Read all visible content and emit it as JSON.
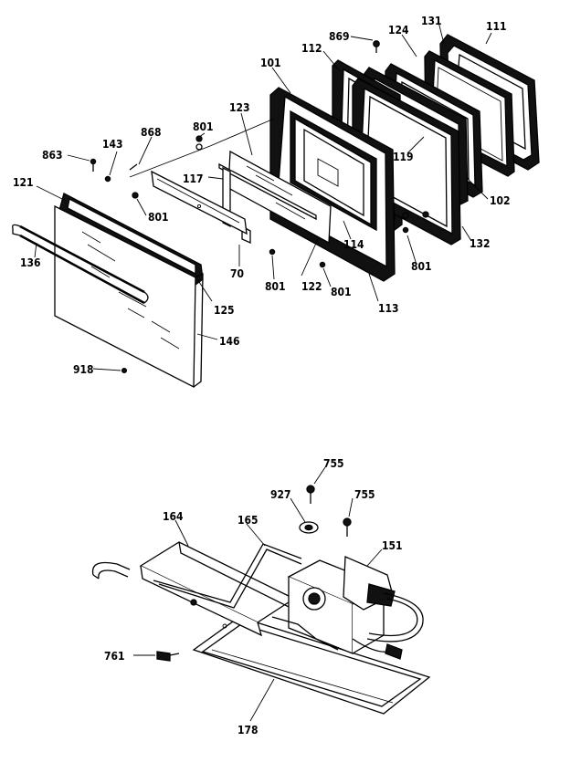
{
  "callouts": [
    {
      "id": "c-111",
      "text": "111"
    },
    {
      "id": "c-131",
      "text": "131"
    },
    {
      "id": "c-124",
      "text": "124"
    },
    {
      "id": "c-869",
      "text": "869"
    },
    {
      "id": "c-112",
      "text": "112"
    },
    {
      "id": "c-101",
      "text": "101"
    },
    {
      "id": "c-123",
      "text": "123"
    },
    {
      "id": "c-801a",
      "text": "801"
    },
    {
      "id": "c-117",
      "text": "117"
    },
    {
      "id": "c-868",
      "text": "868"
    },
    {
      "id": "c-143",
      "text": "143"
    },
    {
      "id": "c-863",
      "text": "863"
    },
    {
      "id": "c-121",
      "text": "121"
    },
    {
      "id": "c-801b",
      "text": "801"
    },
    {
      "id": "c-119",
      "text": "119"
    },
    {
      "id": "c-102",
      "text": "102"
    },
    {
      "id": "c-114",
      "text": "114"
    },
    {
      "id": "c-132",
      "text": "132"
    },
    {
      "id": "c-801c",
      "text": "801"
    },
    {
      "id": "c-136",
      "text": "136"
    },
    {
      "id": "c-70",
      "text": "70"
    },
    {
      "id": "c-801d",
      "text": "801"
    },
    {
      "id": "c-122",
      "text": "122"
    },
    {
      "id": "c-801e",
      "text": "801"
    },
    {
      "id": "c-125",
      "text": "125"
    },
    {
      "id": "c-113",
      "text": "113"
    },
    {
      "id": "c-146",
      "text": "146"
    },
    {
      "id": "c-918",
      "text": "918"
    },
    {
      "id": "c-755a",
      "text": "755"
    },
    {
      "id": "c-927",
      "text": "927"
    },
    {
      "id": "c-755b",
      "text": "755"
    },
    {
      "id": "c-164",
      "text": "164"
    },
    {
      "id": "c-165",
      "text": "165"
    },
    {
      "id": "c-151",
      "text": "151"
    },
    {
      "id": "c-761",
      "text": "761"
    },
    {
      "id": "c-178",
      "text": "178"
    }
  ]
}
